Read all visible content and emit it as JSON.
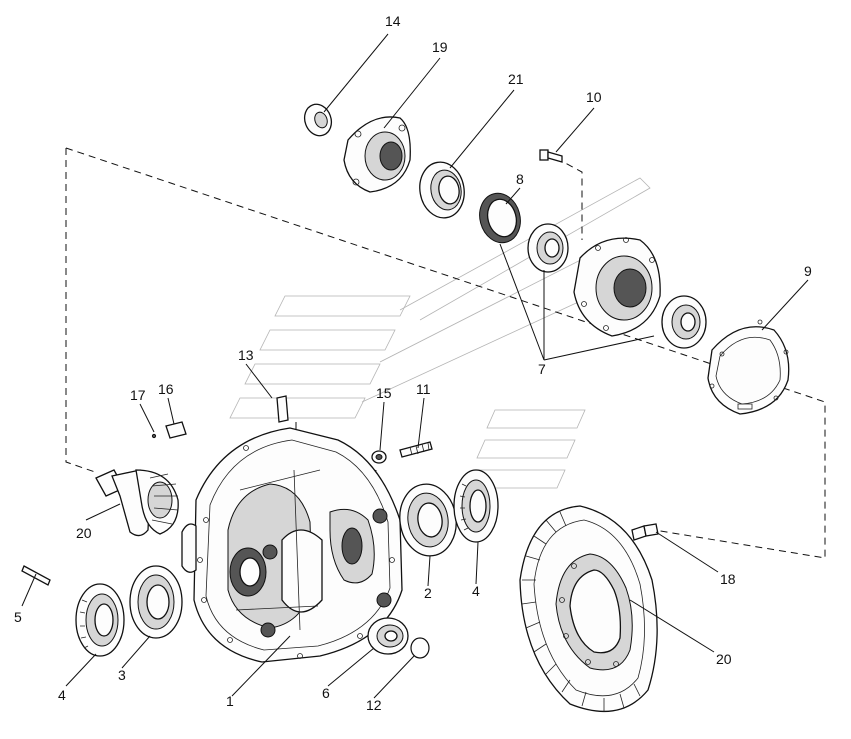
{
  "callouts": [
    {
      "id": "c14",
      "text": "14"
    },
    {
      "id": "c19",
      "text": "19"
    },
    {
      "id": "c21",
      "text": "21"
    },
    {
      "id": "c10",
      "text": "10"
    },
    {
      "id": "c8",
      "text": "8"
    },
    {
      "id": "c9",
      "text": "9"
    },
    {
      "id": "c7",
      "text": "7"
    },
    {
      "id": "c13",
      "text": "13"
    },
    {
      "id": "c16",
      "text": "16"
    },
    {
      "id": "c17",
      "text": "17"
    },
    {
      "id": "c15",
      "text": "15"
    },
    {
      "id": "c11",
      "text": "11"
    },
    {
      "id": "c20a",
      "text": "20"
    },
    {
      "id": "c2",
      "text": "2"
    },
    {
      "id": "c4a",
      "text": "4"
    },
    {
      "id": "c18",
      "text": "18"
    },
    {
      "id": "c5",
      "text": "5"
    },
    {
      "id": "c3",
      "text": "3"
    },
    {
      "id": "c4b",
      "text": "4"
    },
    {
      "id": "c1",
      "text": "1"
    },
    {
      "id": "c6",
      "text": "6"
    },
    {
      "id": "c12",
      "text": "12"
    },
    {
      "id": "c20b",
      "text": "20"
    }
  ]
}
